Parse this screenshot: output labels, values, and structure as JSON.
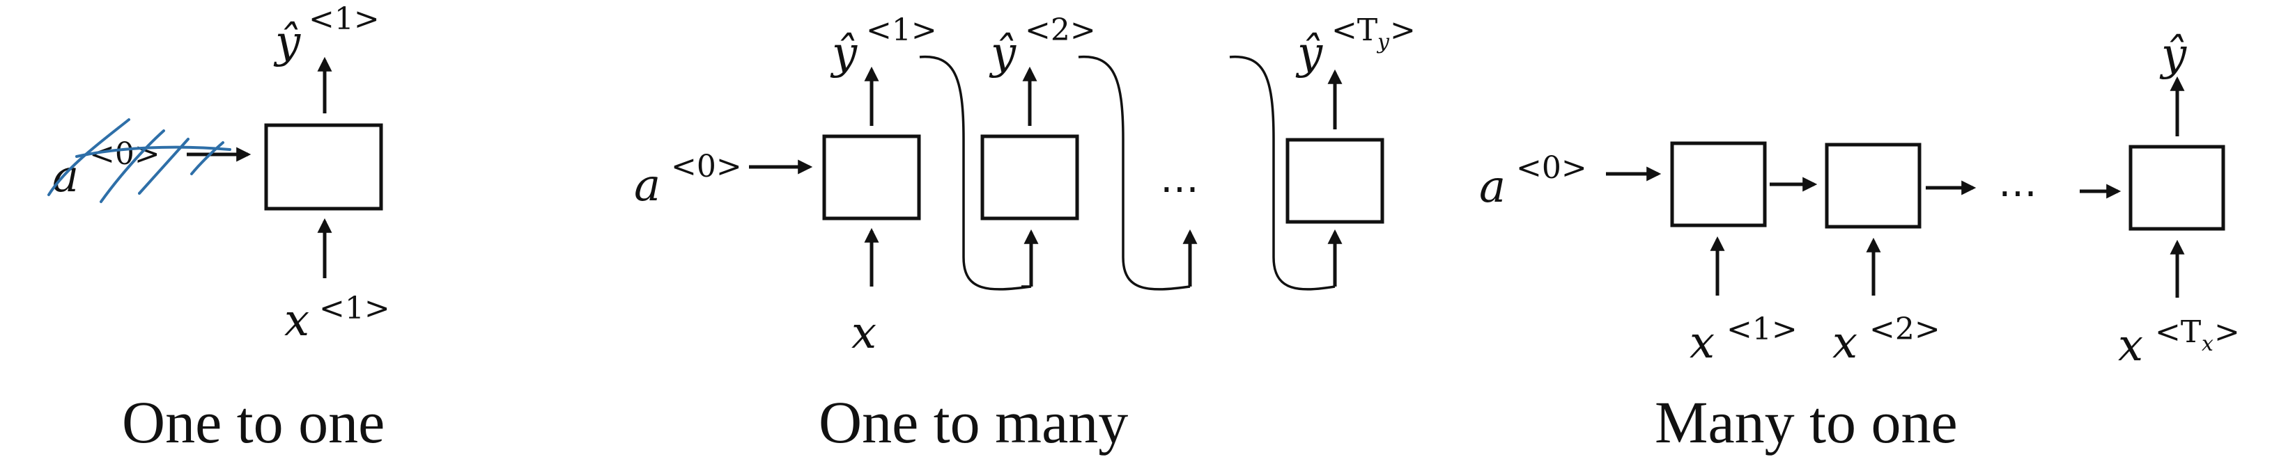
{
  "panels": [
    {
      "title": "One to one",
      "a0": {
        "base": "a",
        "sup": "<0>"
      },
      "outputs": [
        {
          "base": "ŷ",
          "sup": "<1>"
        }
      ],
      "inputs": [
        {
          "base": "x",
          "sup": "<1>"
        }
      ]
    },
    {
      "title": "One to many",
      "a0": {
        "base": "a",
        "sup": "<0>"
      },
      "outputs": [
        {
          "base": "ŷ",
          "sup": "<1>"
        },
        {
          "base": "ŷ",
          "sup": "<2>"
        },
        {
          "base": "ŷ",
          "sup_pre": "<T",
          "sup_sub": "y",
          "sup_post": ">"
        }
      ],
      "inputs": [
        {
          "base": "x"
        }
      ],
      "ellipsis": "⋯"
    },
    {
      "title": "Many to one",
      "a0": {
        "base": "a",
        "sup": "<0>"
      },
      "outputs": [
        {
          "base": "ŷ"
        }
      ],
      "inputs": [
        {
          "base": "x",
          "sup": "<1>"
        },
        {
          "base": "x",
          "sup": "<2>"
        },
        {
          "base": "x",
          "sup_pre": "<T",
          "sup_sub": "x",
          "sup_post": ">"
        }
      ],
      "ellipsis": "⋯"
    }
  ],
  "colors": {
    "ink": "#111111",
    "annotation": "#2e6fa8"
  }
}
